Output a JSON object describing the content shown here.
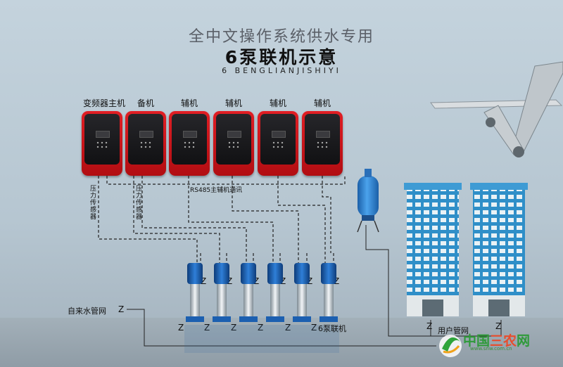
{
  "header": {
    "subtitle": "全中文操作系统供水专用",
    "title": "6泵联机示意",
    "pinyin": "6 BENGLIANJISHIYI"
  },
  "controllers": [
    {
      "label": "变频器主机"
    },
    {
      "label": "备机"
    },
    {
      "label": "辅机"
    },
    {
      "label": "辅机"
    },
    {
      "label": "辅机"
    },
    {
      "label": "辅机"
    }
  ],
  "labels": {
    "pressure_sensor_1": "压力传感器",
    "pressure_sensor_2": "压力传感器",
    "rs485": "RS485主辅机通讯",
    "tap_water": "自来水管网",
    "pumps": "6泵联机",
    "user_network": "用户管网"
  },
  "watermark": {
    "text_a": "中国",
    "text_b": "三农",
    "text_c": "网",
    "url": "www.snw.com.cn"
  },
  "colors": {
    "controller_red": "#d7151b",
    "pump_blue": "#1c5fb0",
    "tank_blue": "#2a7fd0",
    "building_blue": "#2f8fc8"
  }
}
